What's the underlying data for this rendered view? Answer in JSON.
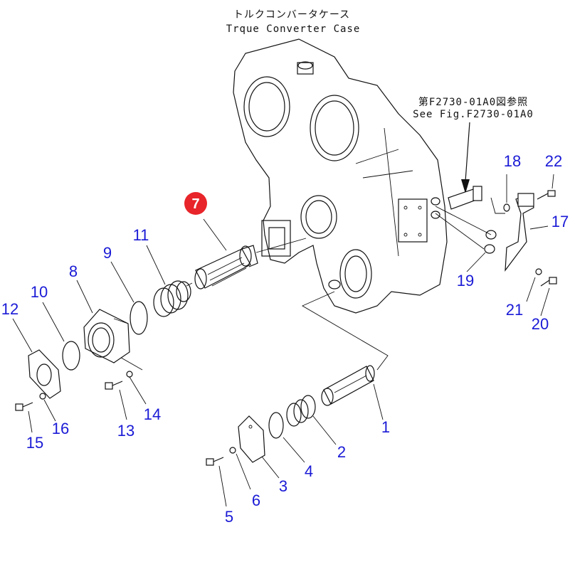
{
  "header": {
    "title_jp": "トルクコンバータケース",
    "title_en": "Trque Converter Case"
  },
  "reference": {
    "line1": "第F2730-01A0図参照",
    "line2": "See Fig.F2730-01A0"
  },
  "highlight": {
    "label": "7",
    "color": "#e8252a"
  },
  "callouts": [
    "1",
    "2",
    "3",
    "4",
    "5",
    "6",
    "8",
    "9",
    "10",
    "11",
    "12",
    "13",
    "14",
    "15",
    "16",
    "17",
    "18",
    "19",
    "20",
    "21",
    "22"
  ],
  "colors": {
    "callout": "#1a1ad6",
    "line": "#111111"
  }
}
